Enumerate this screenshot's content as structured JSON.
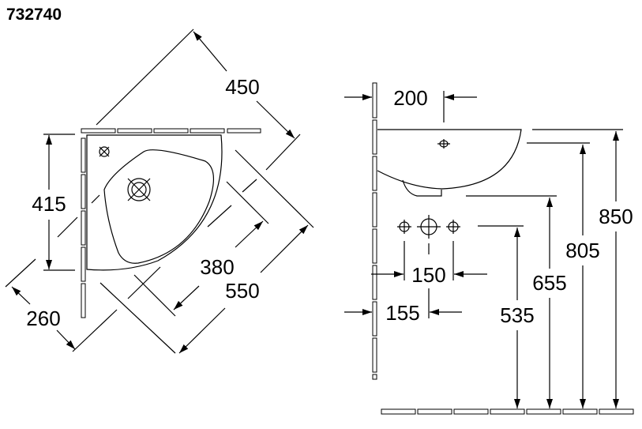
{
  "title": "732740",
  "top_view": {
    "dimensions": {
      "width_diag": "450",
      "height": "415",
      "depth_diag": "550",
      "bowl_diag": "380",
      "offset": "260"
    }
  },
  "side_view": {
    "dimensions": {
      "tap_offset": "200",
      "hole_spacing": "150",
      "center_offset": "155",
      "total_height": "850",
      "rim_height": "805",
      "bottom_height": "655",
      "supply_height": "535"
    }
  }
}
